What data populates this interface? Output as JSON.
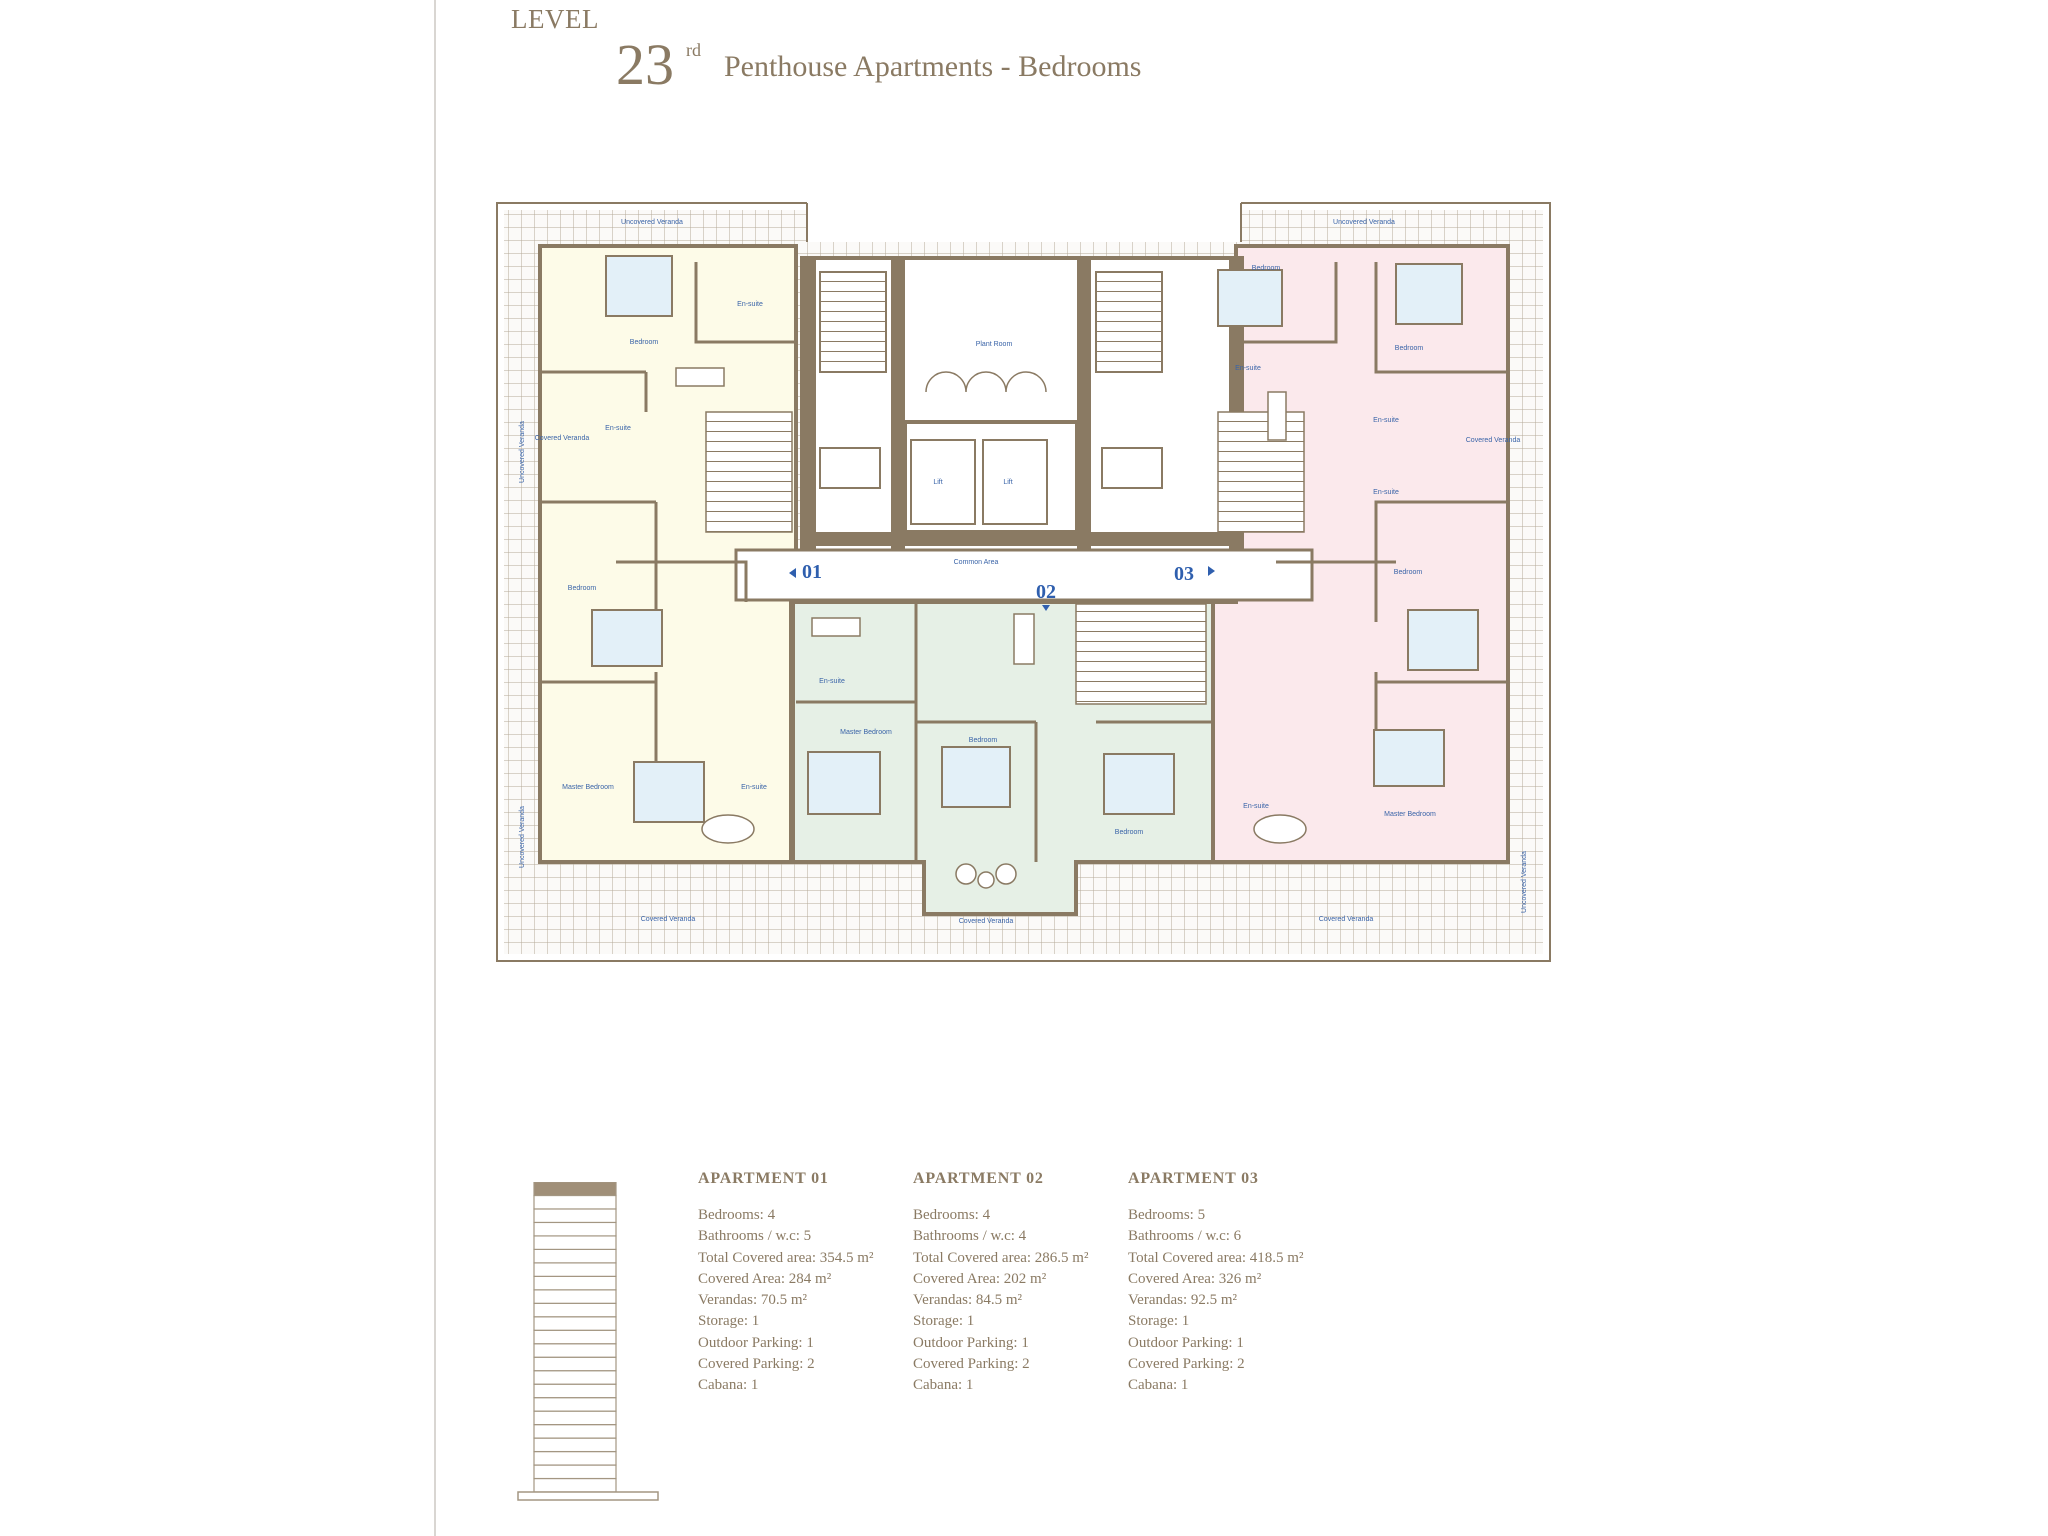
{
  "header": {
    "level_label": "LEVEL",
    "level_number": "23",
    "level_suffix": "rd",
    "subtitle": "Penthouse Apartments - Bedrooms"
  },
  "plan": {
    "labels": {
      "uncovered_veranda": "Uncovered Veranda",
      "covered_veranda": "Covered Veranda",
      "bedroom": "Bedroom",
      "master_bedroom": "Master Bedroom",
      "en_suite": "En-suite",
      "plant_room": "Plant Room",
      "lift": "Lift",
      "common_area": "Common Area"
    },
    "apartment_markers": [
      "01",
      "02",
      "03"
    ],
    "colors": {
      "wall": "#8a7a63",
      "apt01_fill": "#fdfbe8",
      "apt02_fill": "#e6f0e6",
      "apt03_fill": "#fbe9ec",
      "bed_fill": "#e3f0f8",
      "marker": "#2f5fae"
    }
  },
  "apartments": [
    {
      "title": "APARTMENT 01",
      "lines": [
        "Bedrooms: 4",
        "Bathrooms / w.c: 5",
        "Total Covered area: 354.5 m²",
        "Covered Area: 284 m²",
        "Verandas: 70.5 m²",
        "Storage: 1",
        "Outdoor Parking: 1",
        "Covered Parking: 2",
        "Cabana: 1"
      ]
    },
    {
      "title": "APARTMENT 02",
      "lines": [
        "Bedrooms: 4",
        "Bathrooms / w.c: 4",
        "Total Covered area: 286.5 m²",
        "Covered Area: 202 m²",
        "Verandas: 84.5 m²",
        "Storage: 1",
        "Outdoor Parking: 1",
        "Covered Parking: 2",
        "Cabana: 1"
      ]
    },
    {
      "title": "APARTMENT 03",
      "lines": [
        "Bedrooms: 5",
        "Bathrooms / w.c: 6",
        "Total Covered area: 418.5 m²",
        "Covered Area: 326 m²",
        "Verandas: 92.5 m²",
        "Storage: 1",
        "Outdoor Parking: 1",
        "Covered Parking: 2",
        "Cabana: 1"
      ]
    }
  ],
  "tower": {
    "floors": 23,
    "highlighted_floor": 23
  }
}
